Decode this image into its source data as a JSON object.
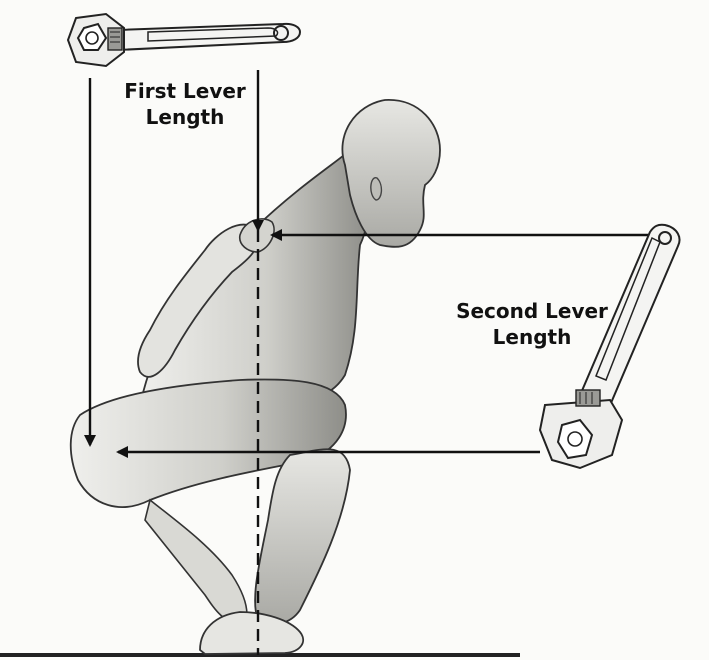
{
  "labels": {
    "first_lever": {
      "line1": "First Lever",
      "line2": "Length"
    },
    "second_lever": {
      "line1": "Second Lever",
      "line2": "Length"
    }
  },
  "colors": {
    "ink": "#111111",
    "skin_shade": "#8a8a86",
    "paper": "#fbfbf9"
  },
  "icons": [
    "adjustable-wrench-icon",
    "adjustable-wrench-icon"
  ]
}
